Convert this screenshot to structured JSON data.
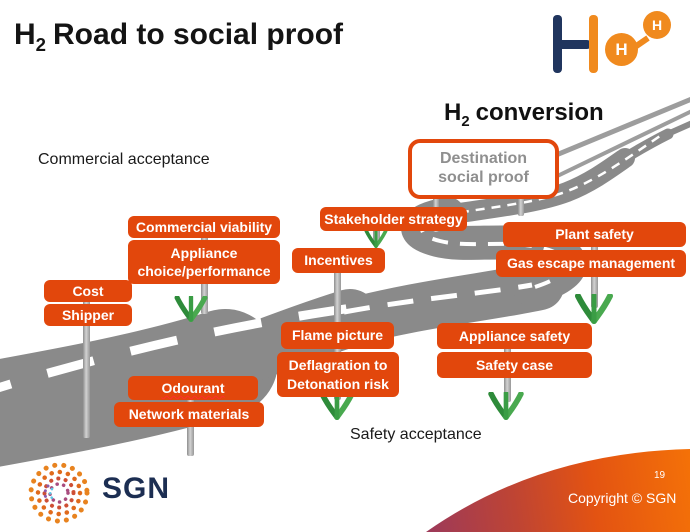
{
  "title": {
    "prefix": "H",
    "sub": "2",
    "rest": "Road to social proof"
  },
  "annotations": {
    "h2_conversion": {
      "prefix": "H",
      "sub": "2",
      "rest": "conversion"
    },
    "commercial_acceptance": "Commercial acceptance",
    "safety_acceptance": "Safety acceptance"
  },
  "destination": {
    "line1": "Destination",
    "line2": "social proof"
  },
  "signs": [
    {
      "id": "commercial-viability",
      "text": "Commercial viability"
    },
    {
      "id": "appliance-choice",
      "text": "Appliance choice/performance"
    },
    {
      "id": "cost",
      "text": "Cost"
    },
    {
      "id": "shipper",
      "text": "Shipper"
    },
    {
      "id": "stakeholder-strategy",
      "text": "Stakeholder strategy"
    },
    {
      "id": "incentives",
      "text": "Incentives"
    },
    {
      "id": "plant-safety",
      "text": "Plant safety"
    },
    {
      "id": "gas-escape-management",
      "text": "Gas escape management"
    },
    {
      "id": "flame-picture",
      "text": "Flame picture"
    },
    {
      "id": "deflagration",
      "text": "Deflagration to Detonation risk"
    },
    {
      "id": "appliance-safety",
      "text": "Appliance safety"
    },
    {
      "id": "safety-case",
      "text": "Safety case"
    },
    {
      "id": "odourant",
      "text": "Odourant"
    },
    {
      "id": "network-materials",
      "text": "Network materials"
    }
  ],
  "molecule_logo": {
    "atom_large": "H",
    "atom_small": "H"
  },
  "footer": {
    "brand": "SGN",
    "page_number": "19",
    "copyright": "Copyright © SGN"
  },
  "colors": {
    "sign_orange": "#E2470C",
    "road_grey": "#8A8A8A",
    "arrow_green": "#3A9D45",
    "navy": "#1C2E52",
    "logo_orange": "#F08A1E",
    "corner_gradient": [
      "#9E3A58",
      "#BE4434",
      "#E35312",
      "#F47108"
    ]
  }
}
